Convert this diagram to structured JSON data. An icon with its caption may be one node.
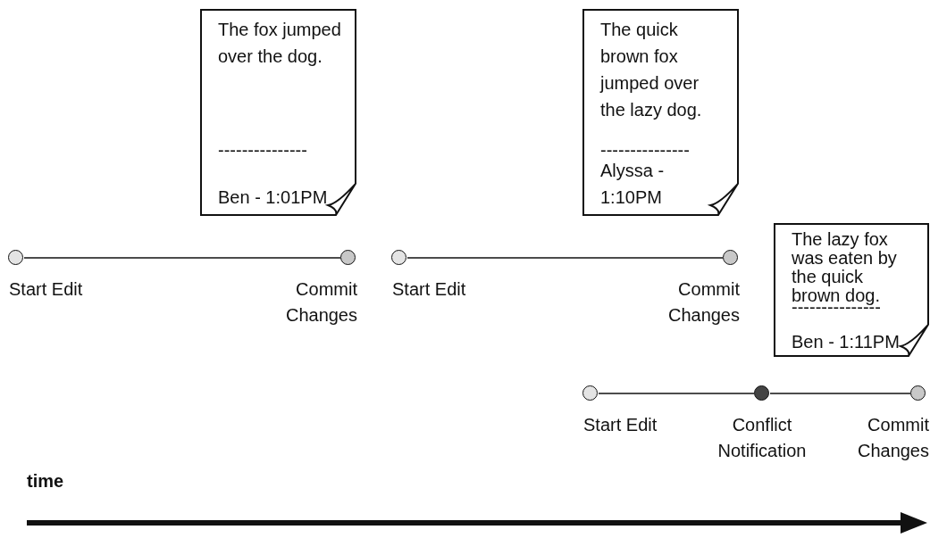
{
  "diagram": {
    "nodes": [
      {
        "text": [
          "The fox jumped over the dog.",
          "---------------",
          "Ben - 1:01PM"
        ]
      },
      {
        "text": [
          "The quick brown fox jumped over the lazy dog.",
          "---------------",
          "Alyssa - 1:10PM"
        ]
      },
      {
        "text": [],
        "shape": "circle",
        "beside": [
          "Start Edit"
        ]
      },
      {
        "text": [],
        "shape": "circle",
        "beside": [
          "Commit Changes"
        ]
      },
      {
        "text": [],
        "shape": "circle",
        "beside": [
          "Start Edit"
        ]
      },
      {
        "text": [],
        "shape": "circle",
        "beside": [
          "Commit Changes"
        ]
      },
      {
        "text": [
          "The lazy fox was eaten by the quick brown dog.",
          "---------------",
          "Ben - 1:11PM"
        ]
      },
      {
        "text": [],
        "shape": "circle",
        "beside": [
          "Start Edit"
        ]
      },
      {
        "text": [],
        "shape": "circle",
        "beside": [
          "Conflict Notification"
        ]
      },
      {
        "text": [],
        "shape": "circle",
        "beside": [
          "Commit Changes"
        ]
      }
    ],
    "edges": [
      {
        "from": 2,
        "to": 3,
        "arrow": "none"
      },
      {
        "from": 4,
        "to": 5,
        "arrow": "none"
      },
      {
        "from": 7,
        "to": 8,
        "arrow": "none"
      },
      {
        "from": 8,
        "to": 9,
        "arrow": "none"
      }
    ],
    "labels": [
      "time"
    ]
  }
}
